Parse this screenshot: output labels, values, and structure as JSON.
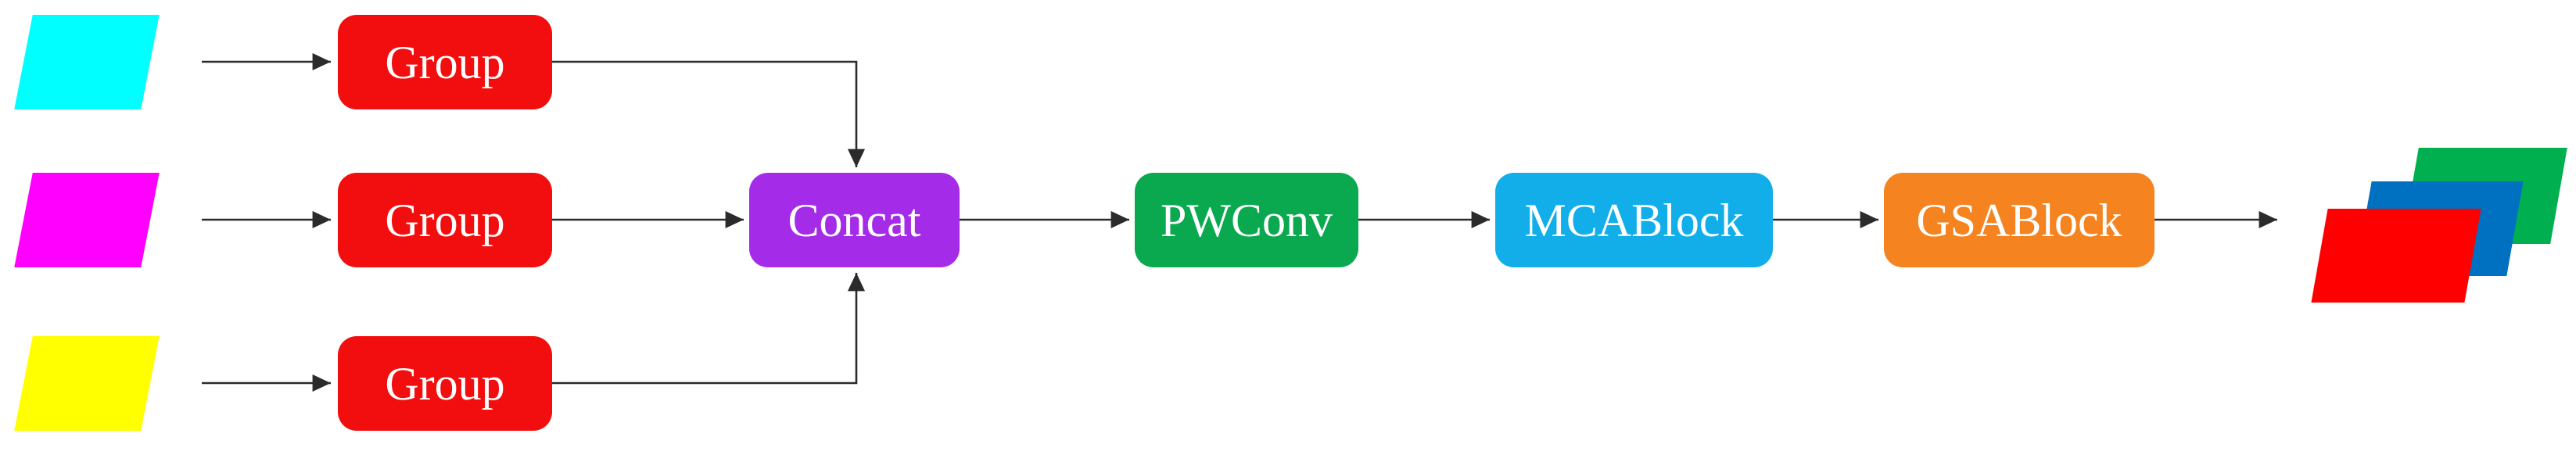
{
  "diagram": {
    "inputs": [
      {
        "name": "cyan-feature-map",
        "color": "#00FFFF"
      },
      {
        "name": "magenta-feature-map",
        "color": "#FF00FF"
      },
      {
        "name": "yellow-feature-map",
        "color": "#FFFF00"
      }
    ],
    "blocks": {
      "group1": {
        "label": "Group",
        "color": "#F20E0E"
      },
      "group2": {
        "label": "Group",
        "color": "#F20E0E"
      },
      "group3": {
        "label": "Group",
        "color": "#F20E0E"
      },
      "concat": {
        "label": "Concat",
        "color": "#A42CE9"
      },
      "pwconv": {
        "label": "PWConv",
        "color": "#0AA84F"
      },
      "mcablock": {
        "label": "MCABlock",
        "color": "#12AEE9"
      },
      "gsablock": {
        "label": "GSABlock",
        "color": "#F5831F"
      }
    },
    "outputs": [
      {
        "name": "green-feature-map",
        "color": "#00B050"
      },
      {
        "name": "blue-feature-map",
        "color": "#0070C0"
      },
      {
        "name": "red-feature-map",
        "color": "#FF0000"
      }
    ],
    "label_color": "#FFFFFF",
    "arrow_color": "#2B2B2B",
    "background": "#FFFFFF"
  }
}
